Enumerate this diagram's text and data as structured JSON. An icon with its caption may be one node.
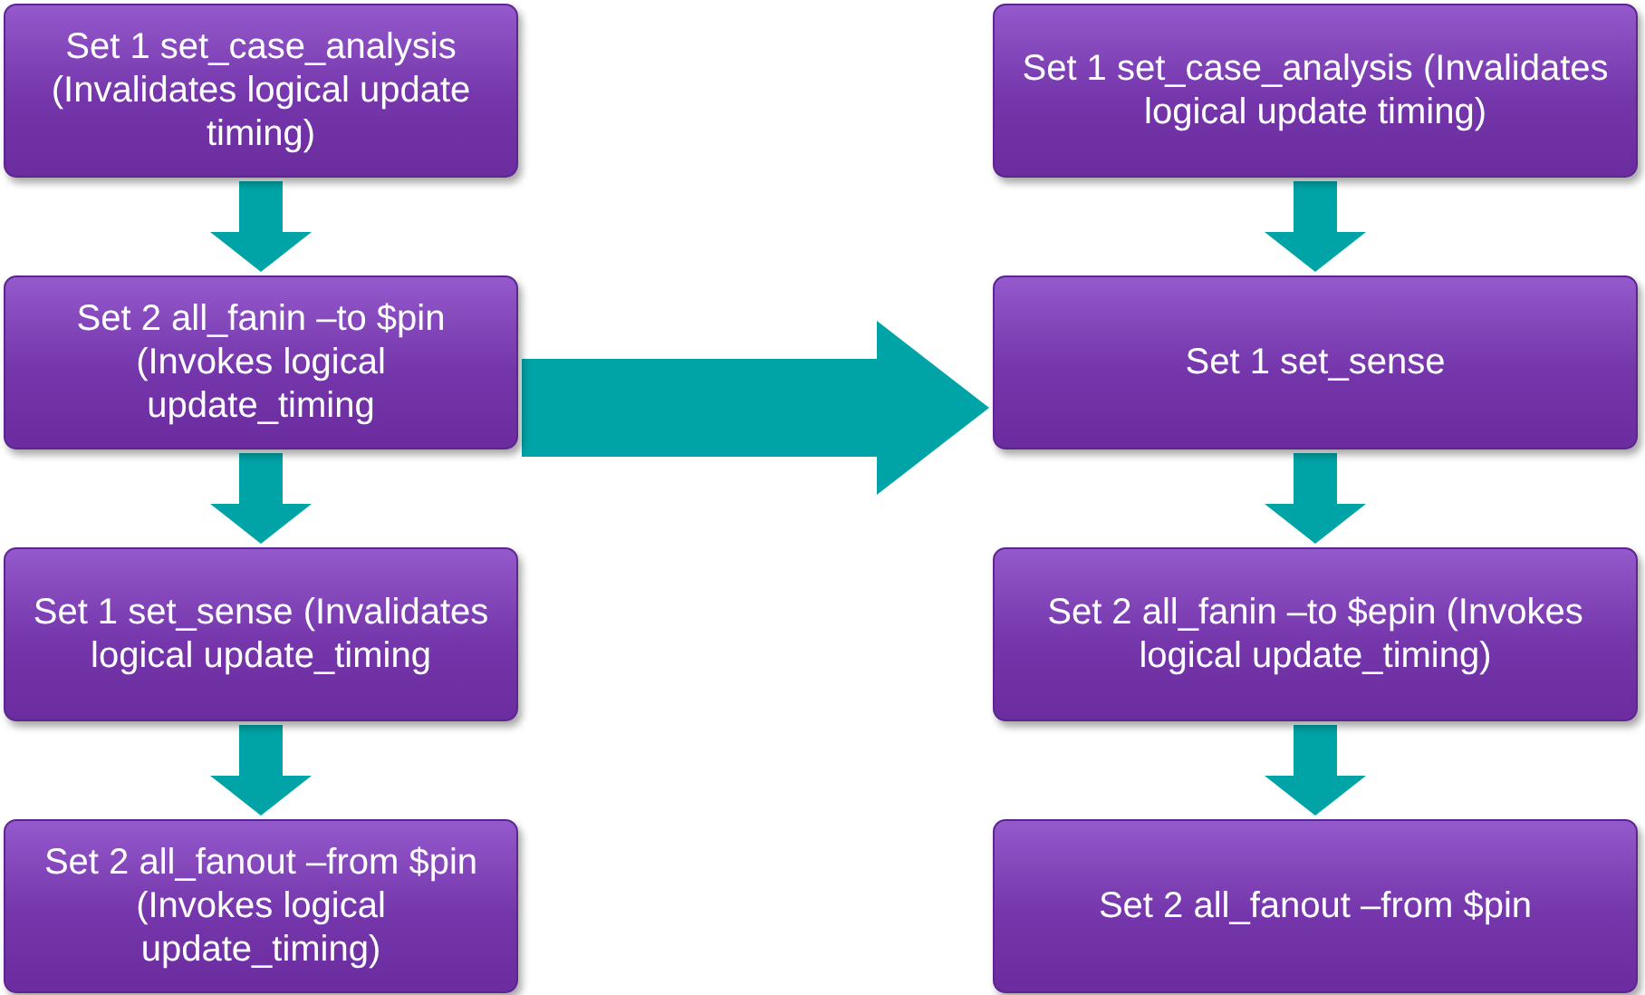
{
  "diagram": {
    "nodes": [
      {
        "text": [
          "Set 1 set_case_analysis (Invalidates logical update timing)"
        ]
      },
      {
        "text": [
          "Set 2 all_fanin –to $pin (Invokes logical update_timing"
        ]
      },
      {
        "text": [
          "Set 1 set_sense (Invalidates logical update_timing"
        ]
      },
      {
        "text": [
          "Set 2 all_fanout –from $pin (Invokes logical update_timing)"
        ]
      },
      {
        "text": [
          "Set 1 set_case_analysis  (Invalidates logical update timing)"
        ]
      },
      {
        "text": [
          "Set 1 set_sense"
        ]
      },
      {
        "text": [
          "Set 2 all_fanin –to $epin (Invokes logical update_timing)"
        ]
      },
      {
        "text": [
          "Set 2 all_fanout –from $pin"
        ]
      }
    ],
    "edges": [
      {
        "from": 0,
        "to": 1,
        "arrow": "to"
      },
      {
        "from": 1,
        "to": 2,
        "arrow": "to"
      },
      {
        "from": 2,
        "to": 3,
        "arrow": "to"
      },
      {
        "from": 1,
        "to": 5,
        "arrow": "to",
        "style": "thick"
      },
      {
        "from": 4,
        "to": 5,
        "arrow": "to"
      },
      {
        "from": 5,
        "to": 6,
        "arrow": "to"
      },
      {
        "from": 6,
        "to": 7,
        "arrow": "to"
      }
    ]
  }
}
